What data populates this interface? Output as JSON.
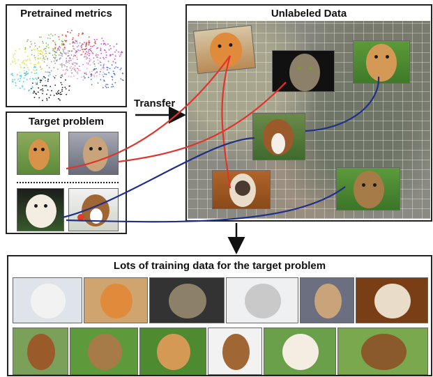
{
  "panels": {
    "pretrained_title": "Pretrained metrics",
    "target_title": "Target  problem",
    "unlabeled_title": "Unlabeled Data",
    "bottom_title": "Lots of training data for the target problem"
  },
  "transfer_label": "Transfer",
  "colors": {
    "cat_links": "#e0332c",
    "dog_links": "#1f2f8a",
    "border": "#222222"
  },
  "icons": [
    "embedding-scatter-icon",
    "arrow-right-icon",
    "arrow-down-icon"
  ]
}
